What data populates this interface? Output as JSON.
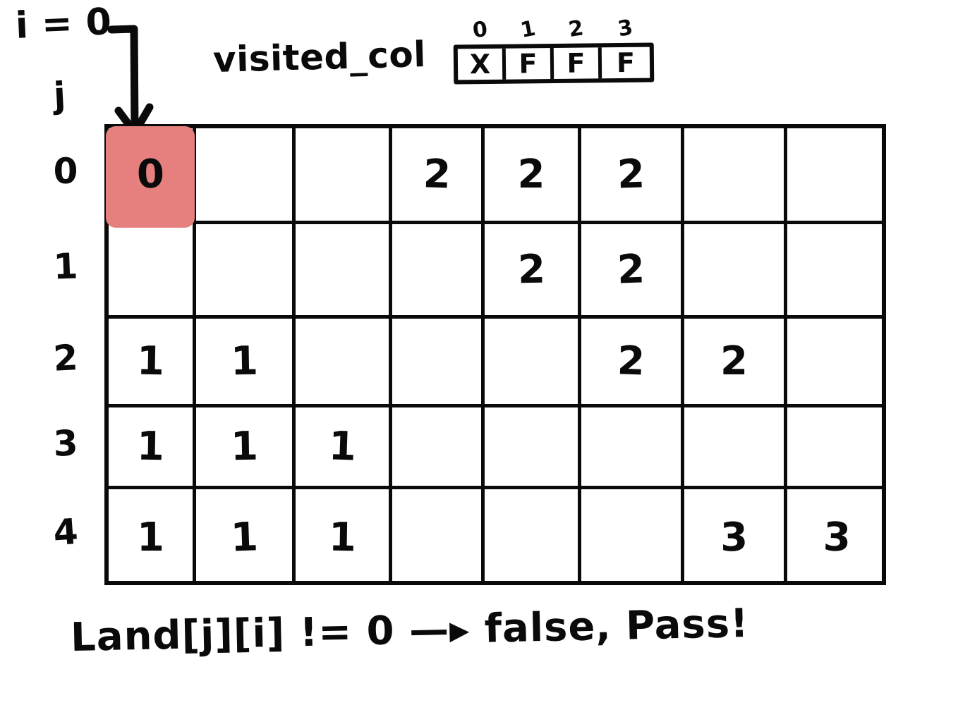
{
  "colors": {
    "ink": "#0a0a0a",
    "highlight": "#e5807f",
    "background": "#ffffff"
  },
  "annotations": {
    "i_label": "i = 0",
    "j_label": "j",
    "visited_col_label": "visited_col",
    "caption": "Land[j][i] != 0 —▸ false, Pass!"
  },
  "visited_col": {
    "indices": [
      "0",
      "1",
      "2",
      "3"
    ],
    "values": [
      "X",
      "F",
      "F",
      "F"
    ]
  },
  "grid": {
    "row_labels": [
      "0",
      "1",
      "2",
      "3",
      "4"
    ],
    "num_cols": 8,
    "num_rows": 5,
    "highlight_cell": {
      "row": 0,
      "col": 0
    },
    "rows": [
      [
        "0",
        "",
        "",
        "2",
        "2",
        "2",
        "",
        ""
      ],
      [
        "",
        "",
        "",
        "",
        "2",
        "2",
        "",
        ""
      ],
      [
        "1",
        "1",
        "",
        "",
        "",
        "2",
        "2",
        ""
      ],
      [
        "1",
        "1",
        "1",
        "",
        "",
        "",
        "",
        ""
      ],
      [
        "1",
        "1",
        "1",
        "",
        "",
        "",
        "3",
        "3"
      ]
    ]
  }
}
